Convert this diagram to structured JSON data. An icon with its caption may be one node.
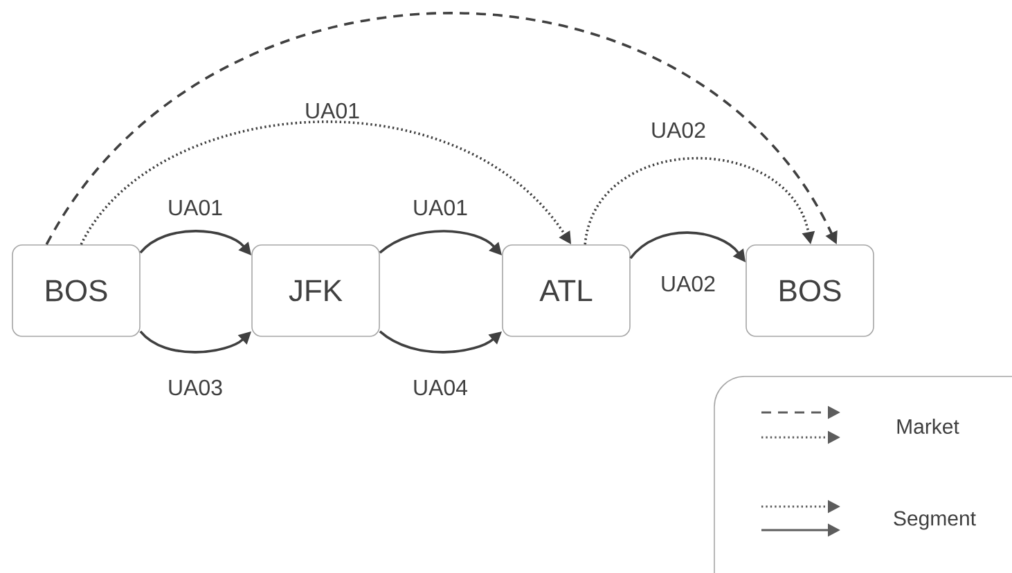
{
  "diagram": {
    "nodes": [
      {
        "text": [
          "BOS"
        ]
      },
      {
        "text": [
          "JFK"
        ]
      },
      {
        "text": [
          "ATL"
        ]
      },
      {
        "text": [
          "BOS"
        ]
      }
    ],
    "edges": [
      {
        "from": 0,
        "to": 3,
        "arrow": "to",
        "style": "dashed"
      },
      {
        "from": 0,
        "to": 2,
        "arrow": "to",
        "style": "dashed",
        "label": "UA01"
      },
      {
        "from": 2,
        "to": 3,
        "arrow": "to",
        "style": "dashed",
        "label": "UA02"
      },
      {
        "from": 0,
        "to": 1,
        "arrow": "to",
        "label": "UA01"
      },
      {
        "from": 0,
        "to": 1,
        "arrow": "to",
        "label": "UA03"
      },
      {
        "from": 1,
        "to": 2,
        "arrow": "to",
        "label": "UA01"
      },
      {
        "from": 1,
        "to": 2,
        "arrow": "to",
        "label": "UA04"
      },
      {
        "from": 2,
        "to": 3,
        "arrow": "to",
        "label": "UA02"
      }
    ],
    "legend": [
      {
        "text": "Market"
      },
      {
        "text": "Segment"
      }
    ]
  }
}
